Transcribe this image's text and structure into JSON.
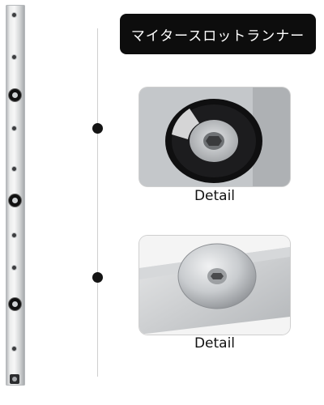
{
  "header": {
    "title": "マイタースロットランナー"
  },
  "details": [
    {
      "caption": "Detail",
      "icon": "black-wheel-closeup-icon"
    },
    {
      "caption": "Detail",
      "icon": "steel-washer-closeup-icon"
    }
  ],
  "colors": {
    "title_bg": "#0d0d0d",
    "title_text": "#ffffff",
    "metal_light": "#eceded",
    "metal_dark": "#9fa2a5"
  }
}
